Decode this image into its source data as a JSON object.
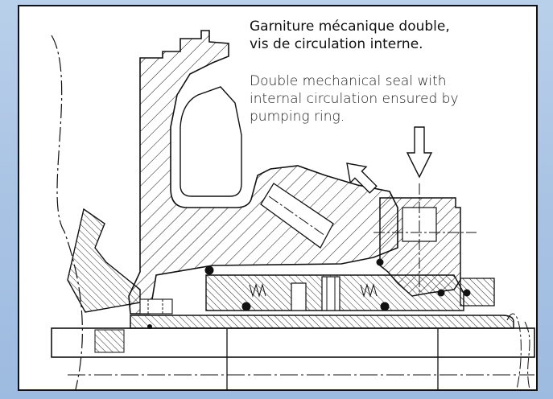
{
  "caption_fr": {
    "line1": "Garniture mécanique double,",
    "line2": "vis de circulation interne."
  },
  "caption_en": {
    "line1": "Double mechanical seal with",
    "line2": "internal circulation ensured by",
    "line3": "pumping ring."
  },
  "colors": {
    "background": "#a9c3e4",
    "panel": "#ffffff",
    "ink": "#111111"
  }
}
